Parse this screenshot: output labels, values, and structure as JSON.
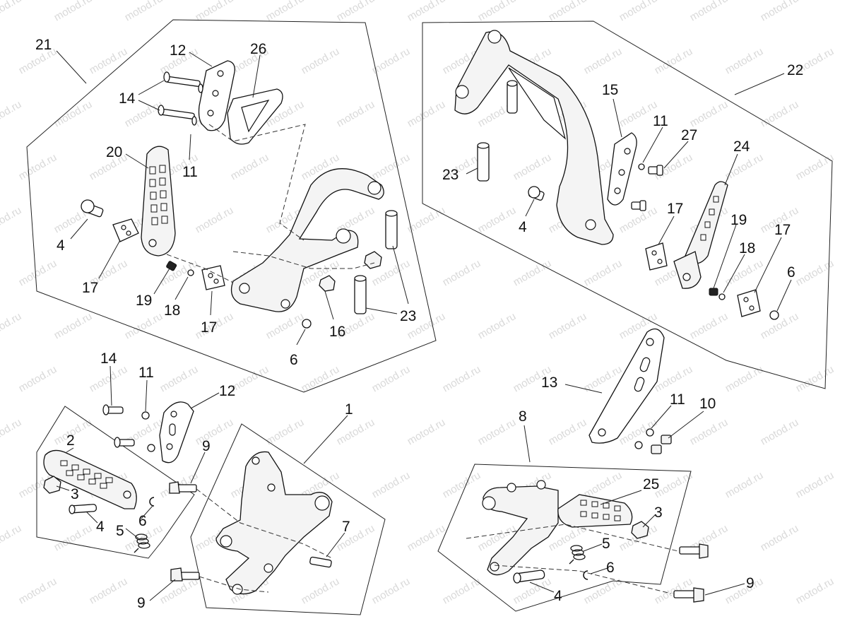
{
  "diagram": {
    "watermark_text": "motod.ru",
    "labels": {
      "l21": "21",
      "l12a": "12",
      "l26": "26",
      "l14a": "14",
      "l20": "20",
      "l11a": "11",
      "l4a": "4",
      "l17a": "17",
      "l19a": "19",
      "l18a": "18",
      "l17b": "17",
      "l16": "16",
      "l6a": "6",
      "l23a": "23",
      "l22": "22",
      "l15": "15",
      "l11b": "11",
      "l27": "27",
      "l24": "24",
      "l23b": "23",
      "l4b": "4",
      "l17c": "17",
      "l19b": "19",
      "l18b": "18",
      "l17d": "17",
      "l6b": "6",
      "l14b": "14",
      "l11c": "11",
      "l12b": "12",
      "l1": "1",
      "l2": "2",
      "l9a": "9",
      "l3a": "3",
      "l4c": "4",
      "l6c": "6",
      "l5a": "5",
      "l7": "7",
      "l9b": "9",
      "l13": "13",
      "l11d": "11",
      "l10": "10",
      "l8": "8",
      "l25": "25",
      "l3b": "3",
      "l5b": "5",
      "l6d": "6",
      "l4d": "4",
      "l9c": "9"
    }
  }
}
